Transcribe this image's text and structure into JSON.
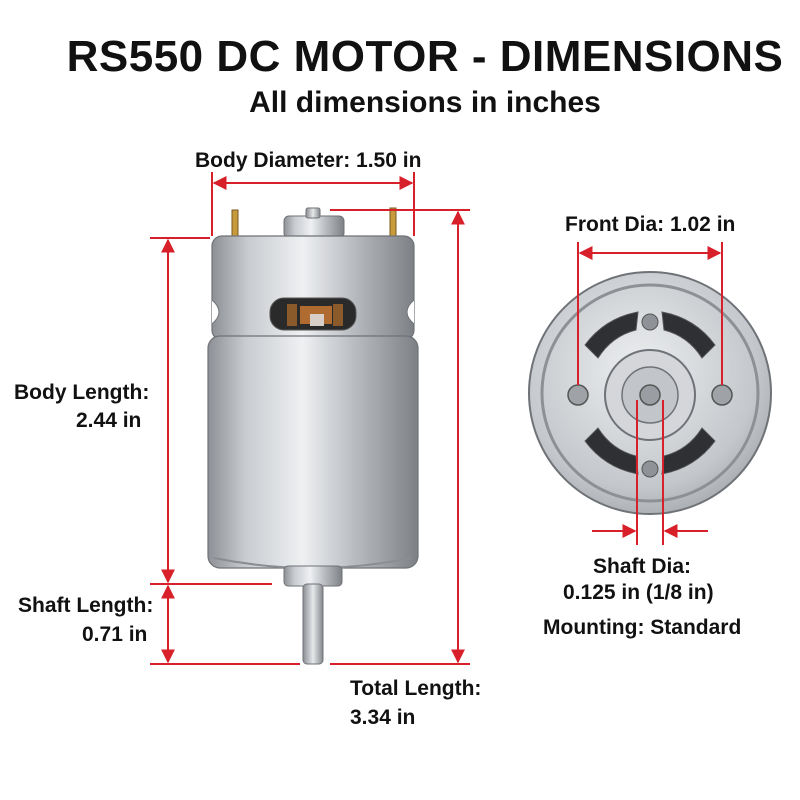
{
  "header": {
    "title": "RS550 DC MOTOR - DIMENSIONS",
    "subtitle": "All dimensions in inches"
  },
  "side_view": {
    "body_diameter": "Body Diameter: 1.50 in",
    "body_length_label": "Body Length:",
    "body_length_value": "2.44 in",
    "shaft_length_label": "Shaft Length:",
    "shaft_length_value": "0.71 in",
    "total_length_label": "Total Length:",
    "total_length_value": "3.34 in"
  },
  "front_view": {
    "front_dia": "Front Dia: 1.02 in",
    "shaft_dia_label": "Shaft Dia:",
    "shaft_dia_value": "0.125 in (1/8 in)",
    "mounting": "Mounting: Standard"
  },
  "colors": {
    "dimension_line": "#d8202a",
    "motor_metal": "#b9bcc1",
    "text": "#111111"
  }
}
